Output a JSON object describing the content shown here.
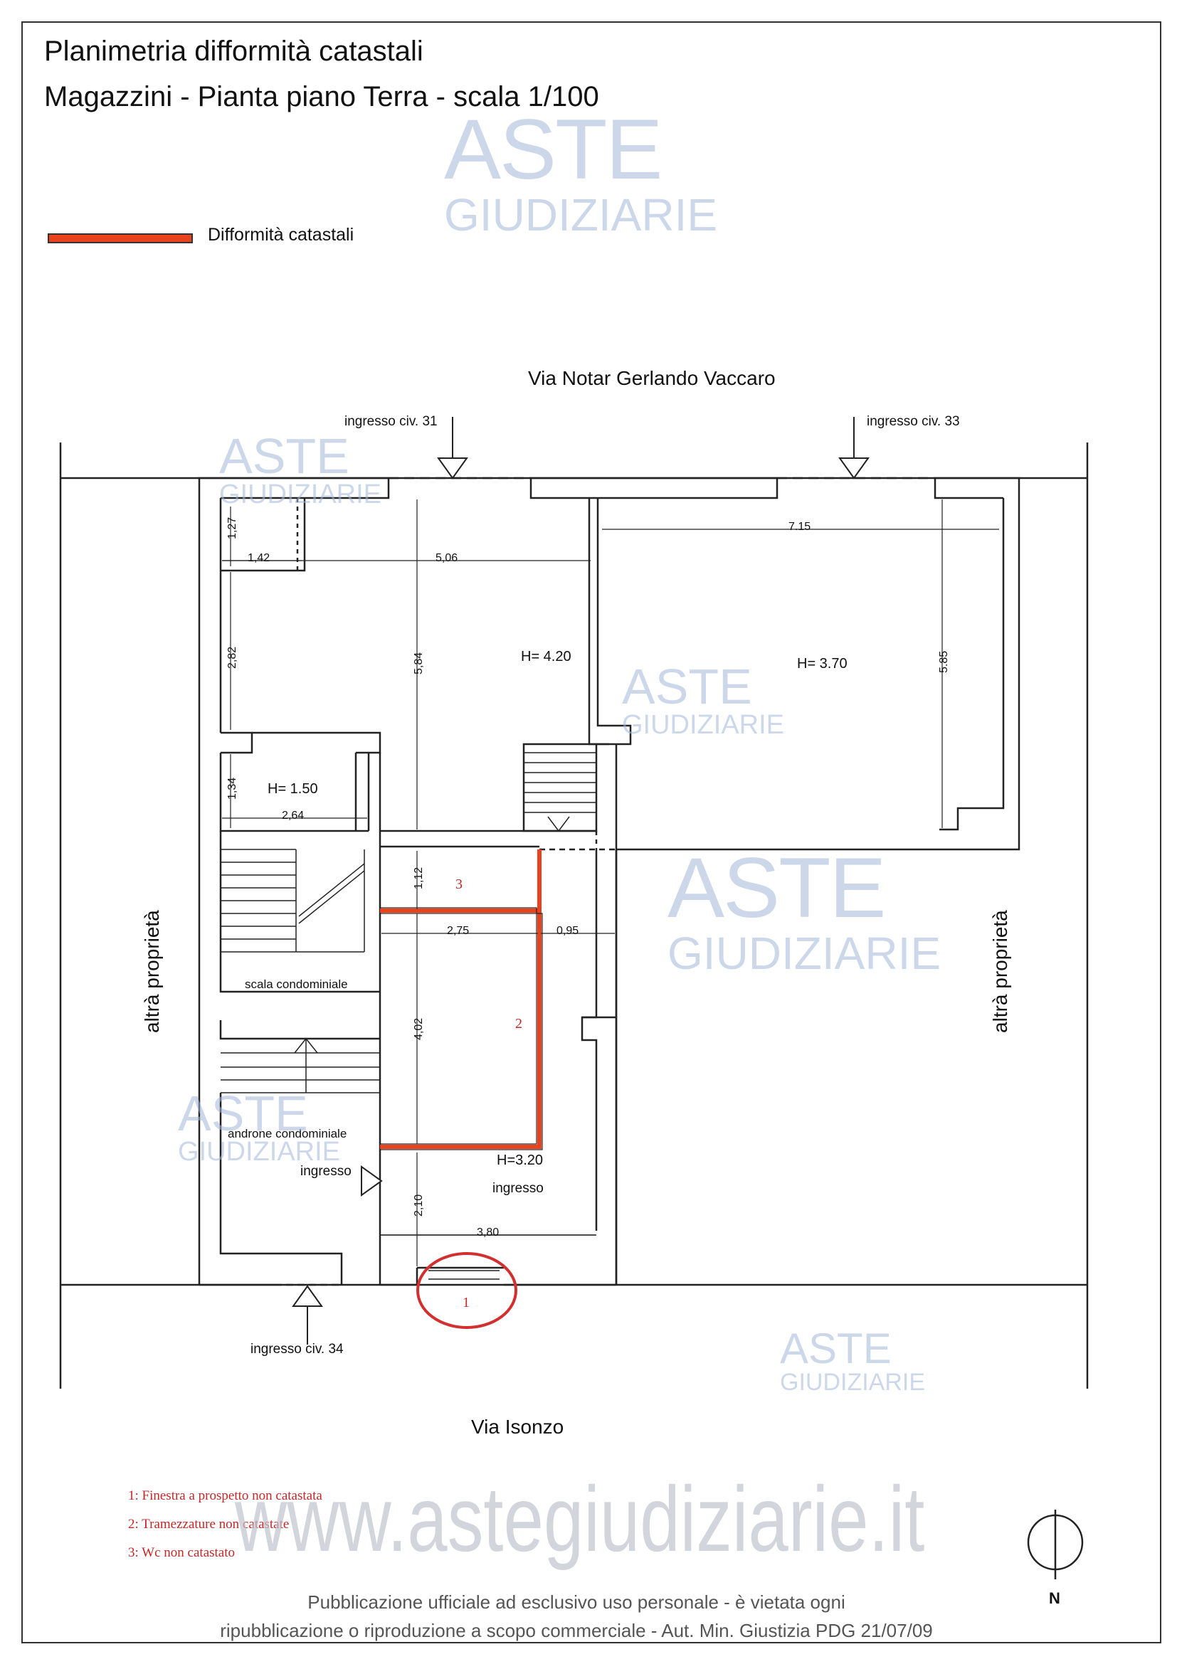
{
  "header": {
    "title_line1": "Planimetria difformità catastali",
    "title_line2": "Magazzini - Pianta piano Terra - scala 1/100"
  },
  "legend": {
    "label": "Difformità catastali",
    "color": "#e8431c"
  },
  "streets": {
    "north": "Via Notar Gerlando Vaccaro",
    "south": "Via Isonzo"
  },
  "neighbors": {
    "west": "altrà proprietà",
    "east": "altrà proprietà"
  },
  "entrances": {
    "civ31": "ingresso civ. 31",
    "civ33": "ingresso civ. 33",
    "civ34": "ingresso civ. 34",
    "main": "ingresso"
  },
  "rooms": {
    "main_height": "H= 4.20",
    "east_height": "H= 3.70",
    "small_height": "H= 1.50",
    "entry_height": "H=3.20",
    "entry_label": "ingresso",
    "stair_label": "scala condominiale",
    "androne_label": "androne condominiale"
  },
  "dimensions": {
    "d127": "1,27",
    "d142": "1,42",
    "d506": "5,06",
    "d715": "7.15",
    "d282": "2,82",
    "d584": "5,84",
    "d585": "5.85",
    "d134": "1,34",
    "d264": "2,64",
    "d112": "1,12",
    "d275": "2,75",
    "d095": "0,95",
    "d402": "4,02",
    "d210": "2,10",
    "d380": "3,80"
  },
  "markers": {
    "m1": "1",
    "m2": "2",
    "m3": "3"
  },
  "notes": [
    "1: Finestra a prospetto non catastata",
    "2: Tramezzature non catastate",
    "3: Wc non catastato"
  ],
  "compass": {
    "label": "N"
  },
  "watermarks": {
    "brand_line1": "ASTE",
    "brand_line2": "GIUDIZIARIE",
    "url": "www.astegiudiziarie.it"
  },
  "footer": {
    "line1": "Pubblicazione ufficiale ad esclusivo uso personale - è vietata ogni",
    "line2": "ripubblicazione o riproduzione a scopo commerciale - Aut. Min. Giustizia PDG 21/07/09"
  },
  "colors": {
    "wall": "#222222",
    "difformita": "#e8431c",
    "note_red": "#c62828",
    "watermark": "#a3b8d8"
  }
}
